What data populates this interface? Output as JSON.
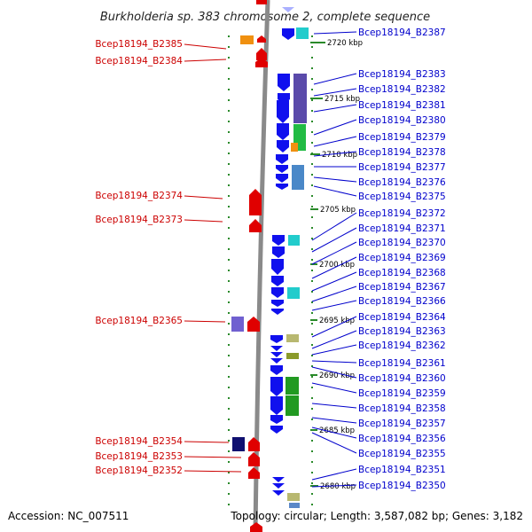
{
  "title": "Burkholderia sp. 383 chromosome 2, complete sequence",
  "footer": {
    "accession": "Accession: NC_007511",
    "topology": "Topology: circular; Length: 3,587,082 bp; Genes: 3,182"
  },
  "colors": {
    "left_label": "#cc0000",
    "right_label": "#0000cc",
    "forward_gene": "#e00000",
    "reverse_gene": "#1010ee",
    "tick": "#2a8a2a"
  },
  "kbp_marks": [
    "2720 kbp",
    "2715 kbp",
    "2710 kbp",
    "2705 kbp",
    "2700 kbp",
    "2695 kbp",
    "2690 kbp",
    "2685 kbp",
    "2680 kbp"
  ],
  "left_labels": [
    "Bcep18194_B2385",
    "Bcep18194_B2384",
    "Bcep18194_B2374",
    "Bcep18194_B2373",
    "Bcep18194_B2365",
    "Bcep18194_B2354",
    "Bcep18194_B2353",
    "Bcep18194_B2352"
  ],
  "right_labels": [
    "Bcep18194_B2387",
    "Bcep18194_B2383",
    "Bcep18194_B2382",
    "Bcep18194_B2381",
    "Bcep18194_B2380",
    "Bcep18194_B2379",
    "Bcep18194_B2378",
    "Bcep18194_B2377",
    "Bcep18194_B2376",
    "Bcep18194_B2375",
    "Bcep18194_B2372",
    "Bcep18194_B2371",
    "Bcep18194_B2370",
    "Bcep18194_B2369",
    "Bcep18194_B2368",
    "Bcep18194_B2367",
    "Bcep18194_B2366",
    "Bcep18194_B2364",
    "Bcep18194_B2363",
    "Bcep18194_B2362",
    "Bcep18194_B2361",
    "Bcep18194_B2360",
    "Bcep18194_B2359",
    "Bcep18194_B2358",
    "Bcep18194_B2357",
    "Bcep18194_B2356",
    "Bcep18194_B2355",
    "Bcep18194_B2351",
    "Bcep18194_B2350"
  ]
}
